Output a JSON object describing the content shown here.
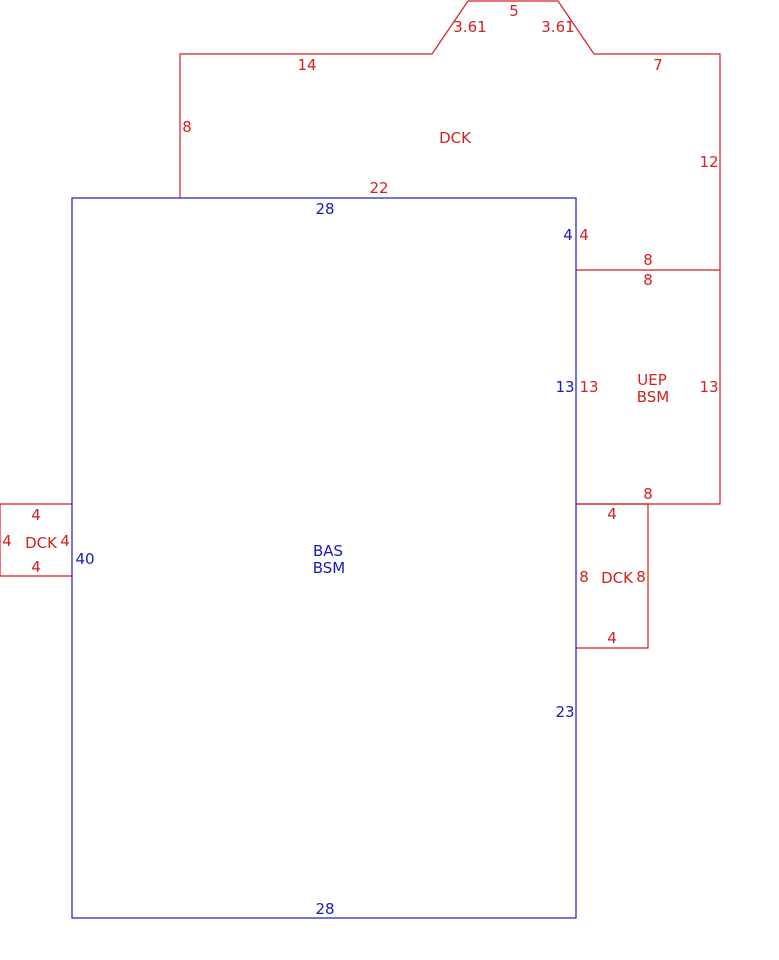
{
  "colors": {
    "addition": "#d42020",
    "main": "#1a1ab8"
  },
  "top_deck": {
    "label": "DCK",
    "dims": {
      "peak_top": "5",
      "slant_left": "3.61",
      "slant_right": "3.61",
      "top_left": "14",
      "top_right": "7",
      "left": "8",
      "right": "12",
      "bottom": "22",
      "inner_right": "4"
    }
  },
  "enclosed_porch": {
    "label_line1": "UEP",
    "label_line2": "BSM",
    "dims": {
      "top_outer": "8",
      "top_inner": "8",
      "left": "13",
      "right": "13",
      "bottom": "8"
    }
  },
  "right_deck": {
    "label": "DCK",
    "dims": {
      "top": "4",
      "left": "8",
      "right": "8",
      "bottom": "4"
    }
  },
  "left_deck": {
    "label": "DCK",
    "dims": {
      "top": "4",
      "left": "4",
      "right": "4",
      "bottom": "4"
    }
  },
  "main_structure": {
    "label_line1": "BAS",
    "label_line2": "BSM",
    "dims": {
      "top": "28",
      "bottom": "28",
      "left": "40",
      "right_upper": "4",
      "right_middle": "13",
      "right_lower": "23"
    }
  }
}
